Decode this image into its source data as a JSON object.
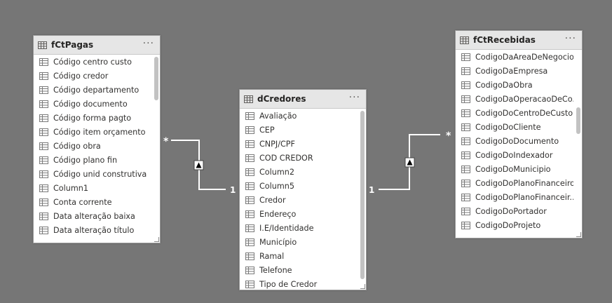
{
  "tables": [
    {
      "name": "fCtPagas",
      "menu_icon": "more-options-icon",
      "fields": [
        "Código centro custo",
        "Código credor",
        "Código departamento",
        "Código documento",
        "Código forma pagto",
        "Código item orçamento",
        "Código obra",
        "Código plano fin",
        "Código unid construtiva",
        "Column1",
        "Conta corrente",
        "Data alteração baixa",
        "Data alteração título"
      ]
    },
    {
      "name": "dCredores",
      "menu_icon": "more-options-icon",
      "fields": [
        "Avaliação",
        "CEP",
        "CNPJ/CPF",
        "COD CREDOR",
        "Column2",
        "Column5",
        "Credor",
        "Endereço",
        "I.E/Identidade",
        "Município",
        "Ramal",
        "Telefone",
        "Tipo de Credor"
      ]
    },
    {
      "name": "fCtRecebidas",
      "menu_icon": "more-options-icon",
      "fields": [
        "CodigoDaAreaDeNegocio",
        "CodigoDaEmpresa",
        "CodigoDaObra",
        "CodigoDaOperacaoDeCo...",
        "CodigoDoCentroDeCusto",
        "CodigoDoCliente",
        "CodigoDoDocumento",
        "CodigoDoIndexador",
        "CodigoDoMunicipio",
        "CodigoDoPlanoFinanceiro",
        "CodigoDoPlanoFinanceir...",
        "CodigoDoPortador",
        "CodigoDoProjeto"
      ]
    }
  ],
  "relationships": [
    {
      "from": "fCtPagas",
      "to": "dCredores",
      "many_label": "*",
      "one_label": "1",
      "filter_direction": "single"
    },
    {
      "from": "fCtRecebidas",
      "to": "dCredores",
      "many_label": "*",
      "one_label": "1",
      "filter_direction": "single"
    }
  ],
  "colors": {
    "canvas": "#767676",
    "header": "#e6e6e6",
    "line": "#ffffff",
    "text": "#323130"
  }
}
